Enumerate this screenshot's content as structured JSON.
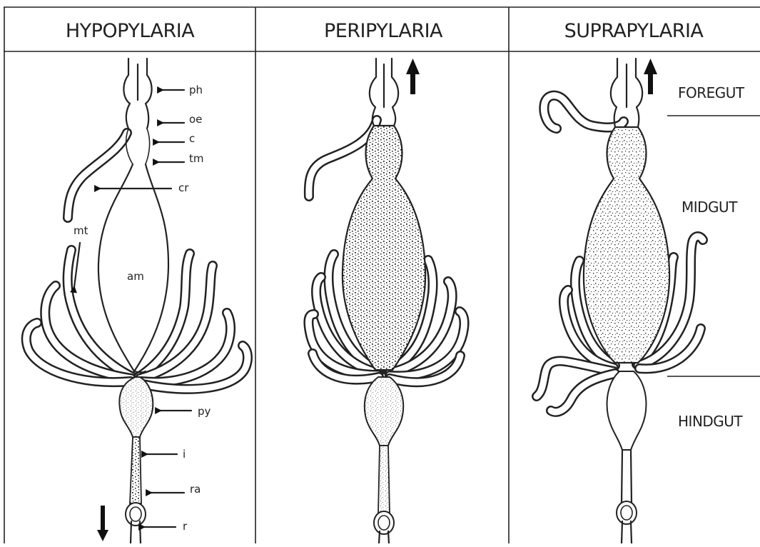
{
  "columns": [
    {
      "title": "HYPOPYLARIA"
    },
    {
      "title": "PERIPYLARIA"
    },
    {
      "title": "SUPRAPYLARIA"
    }
  ],
  "labels": {
    "ph": "ph",
    "oe": "oe",
    "c": "c",
    "tm": "tm",
    "cr": "cr",
    "mt": "mt",
    "am": "am",
    "py": "py",
    "i": "i",
    "ra": "ra",
    "r": "r"
  },
  "regions": {
    "foregut": "FOREGUT",
    "midgut": "MIDGUT",
    "hindgut": "HINDGUT"
  }
}
